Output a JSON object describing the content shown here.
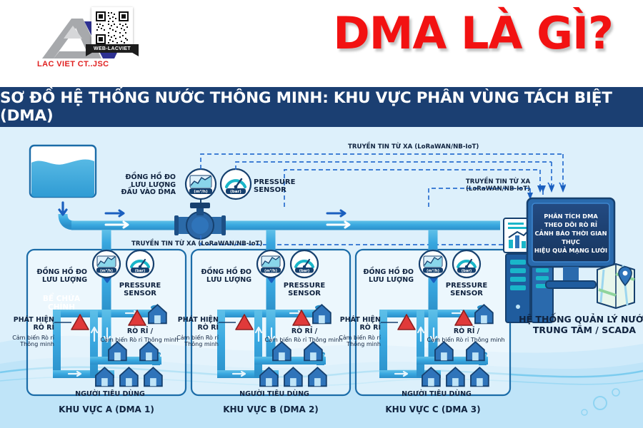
{
  "header": {
    "logo_name": "LAC VIET CT..JSC",
    "qr_label": "WEB-LACVIET",
    "title": "DMA LÀ GÌ?"
  },
  "banner": {
    "text": "SƠ ĐỒ HỆ THỐNG NƯỚC THÔNG MINH: KHU VỰC PHÂN VÙNG TÁCH BIỆT (DMA)"
  },
  "diagram": {
    "reservoir": {
      "line1": "BỂ CHỨA",
      "line2": "CHÍNH"
    },
    "inlet_meter": {
      "line1": "ĐỒNG HỒ ĐO",
      "line2": "LƯU LƯỢNG",
      "line3": "ĐẦU VÀO DMA",
      "flow_unit": "(m³/h)",
      "pressure_unit": "(bar)"
    },
    "pressure_sensor": {
      "line1": "PRESSURE",
      "line2": "SENSOR"
    },
    "remote_links": [
      "TRUYỀN TIN TỪ XA (LoRaWAN/NB-IoT)",
      "TRUYỀN TIN TỪ XA",
      "(LoRaWAN/NB-IoT)",
      "TRUYỀN TIN TỪ XA (LoRaWAN/NB-IoT)"
    ],
    "zones": [
      {
        "id": "dma-1",
        "label": "KHU VỰC A (DMA 1)",
        "flow_meter_line1": "ĐỒNG HỒ ĐO",
        "flow_meter_line2": "LƯU LƯỢNG",
        "flow_unit": "(m³/h)",
        "pressure_unit": "(bar)",
        "pressure_line1": "PRESSURE",
        "pressure_line2": "SENSOR",
        "leak_cap_line1": "PHÁT HIỆN",
        "leak_cap_line2": "RÒ RỈ",
        "leak_sub_line1": "Cảm biến Rò rỉ",
        "leak_sub_line2": "Thông minh",
        "leak_right": "RÒ RỈ /",
        "leak_right_sub": "Cảm biến Rò rỉ Thông minh",
        "consumers": "NGƯỜI TIÊU DÙNG"
      },
      {
        "id": "dma-2",
        "label": "KHU VỰC B (DMA 2)",
        "flow_meter_line1": "ĐỒNG HỒ ĐO",
        "flow_meter_line2": "LƯU LƯỢNG",
        "flow_unit": "(m³/h)",
        "pressure_unit": "(bar)",
        "pressure_line1": "PRESSURE",
        "pressure_line2": "SENSOR",
        "leak_cap_line1": "PHÁT HIỆN",
        "leak_cap_line2": "RÒ RỈ",
        "leak_sub_line1": "Cảm biến Rò rỉ",
        "leak_sub_line2": "Thông minh",
        "leak_right": "RÒ RỈ /",
        "leak_right_sub": "Cảm biến Rò rỉ Thông minh",
        "consumers": "NGƯỜI TIÊU DÙNG"
      },
      {
        "id": "dma-3",
        "label": "KHU VỰC C (DMA 3)",
        "flow_meter_line1": "ĐỒNG HỒ ĐO",
        "flow_meter_line2": "LƯU LƯỢNG",
        "flow_unit": "(m³/h)",
        "pressure_unit": "(bar)",
        "pressure_line1": "PRESSURE",
        "pressure_line2": "SENSOR",
        "leak_cap_line1": "PHÁT HIỆN",
        "leak_cap_line2": "RÒ RỈ",
        "leak_sub_line1": "Cảm biến Rò rỉ",
        "leak_sub_line2": "Thông minh",
        "leak_right": "RÒ RỈ /",
        "leak_right_sub": "Cảm biến Rò rỉ Thông minh",
        "consumers": "NGƯỜI TIÊU DÙNG"
      }
    ],
    "scada": {
      "monitor_lines": [
        "PHÂN TÍCH DMA",
        "THEO DÕI RÒ RỈ",
        "CẢNH BÁO THỜI GIAN THỰC",
        "HIỆU QUẢ MẠNG LƯỚI"
      ],
      "caption_line1": "HỆ THỐNG QUẢN LÝ NƯỚC",
      "caption_line2": "TRUNG TÂM / SCADA"
    }
  },
  "colors": {
    "title_red": "#f21212",
    "banner_navy": "#1b3f72",
    "canvas_bg": "#ddf0fb",
    "pipe_blue": "#36a9e1",
    "pipe_dark": "#1b6ca8",
    "accent_navy": "#10233f",
    "leak_red": "#e03a3a",
    "teal": "#19b6c9"
  }
}
